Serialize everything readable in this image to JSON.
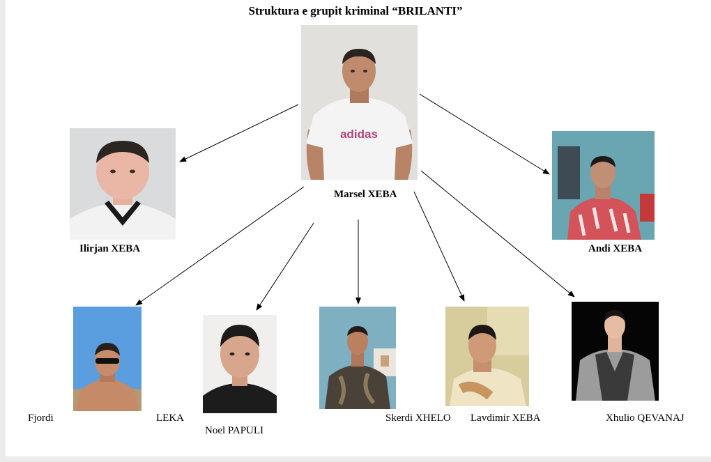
{
  "title": "Struktura e grupit kriminal “BRILANTI”",
  "shirt_text": "adidas",
  "members": {
    "leader": {
      "name": "Marsel XEBA"
    },
    "left": {
      "name": "Ilirjan XEBA"
    },
    "right": {
      "name": "Andi XEBA"
    },
    "m1a": {
      "name": "Fjordi"
    },
    "m1b": {
      "name": "LEKA"
    },
    "m2": {
      "name": "Noel PAPULI"
    },
    "m3": {
      "name": "Skerdi XHELO"
    },
    "m4": {
      "name": "Lavdimir XEBA"
    },
    "m5": {
      "name": "Xhulio QEVANAJ"
    }
  },
  "colors": {
    "background": "#ffffff",
    "frame": "#ebebeb",
    "arrow": "#000000"
  }
}
